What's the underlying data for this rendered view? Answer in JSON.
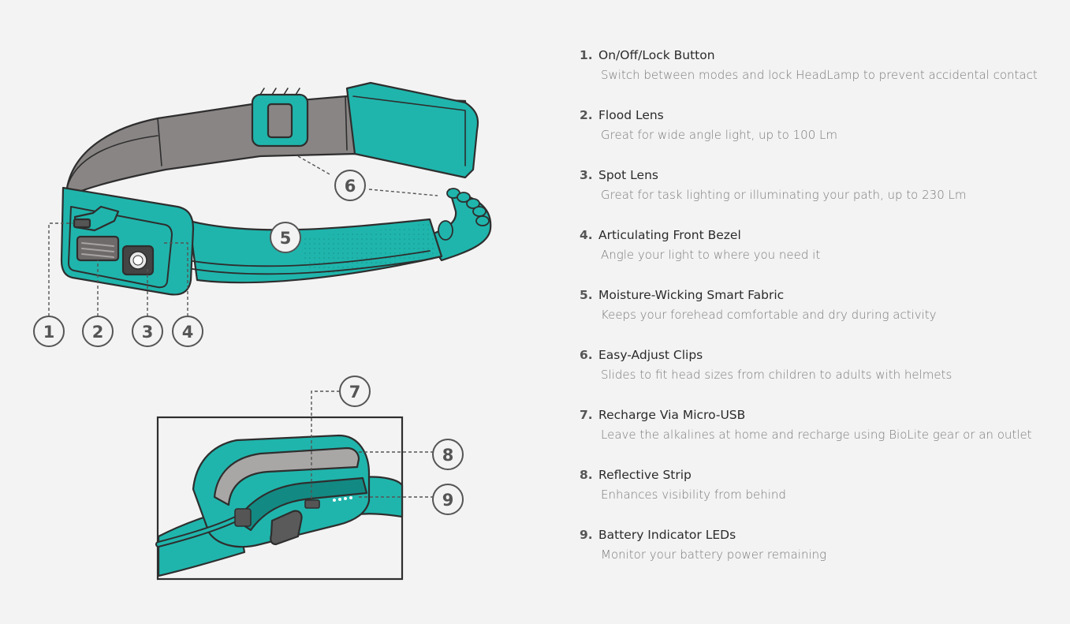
{
  "callouts": [
    "1",
    "2",
    "3",
    "4",
    "5",
    "6",
    "7",
    "8",
    "9"
  ],
  "features": [
    {
      "num": "1.",
      "title": "On/Off/Lock Button",
      "desc": "Switch between modes and lock HeadLamp to prevent accidental contact"
    },
    {
      "num": "2.",
      "title": "Flood Lens",
      "desc": "Great for wide angle light, up to 100 Lm"
    },
    {
      "num": "3.",
      "title": "Spot Lens",
      "desc": "Great for task lighting or illuminating your path, up to 230 Lm"
    },
    {
      "num": "4.",
      "title": "Articulating Front Bezel",
      "desc": "Angle your light to where you need it"
    },
    {
      "num": "5.",
      "title": "Moisture-Wicking Smart Fabric",
      "desc": "Keeps your forehead comfortable and dry during activity"
    },
    {
      "num": "6.",
      "title": "Easy-Adjust Clips",
      "desc": "Slides to fit head sizes from children to adults with helmets"
    },
    {
      "num": "7.",
      "title": "Recharge Via Micro-USB",
      "desc": "Leave the alkalines at home and recharge using BioLite gear or an outlet"
    },
    {
      "num": "8.",
      "title": "Reflective Strip",
      "desc": "Enhances visibility from behind"
    },
    {
      "num": "9.",
      "title": "Battery Indicator LEDs",
      "desc": "Monitor your battery power remaining"
    }
  ],
  "colors": {
    "teal": "#1fb5ac",
    "teal_dark": "#128a83",
    "strap_gray": "#8a8585",
    "strap_gray_dark": "#6e6a6a",
    "outline": "#2e2e2e",
    "callout_ring": "#555555",
    "background": "#f3f3f3"
  }
}
